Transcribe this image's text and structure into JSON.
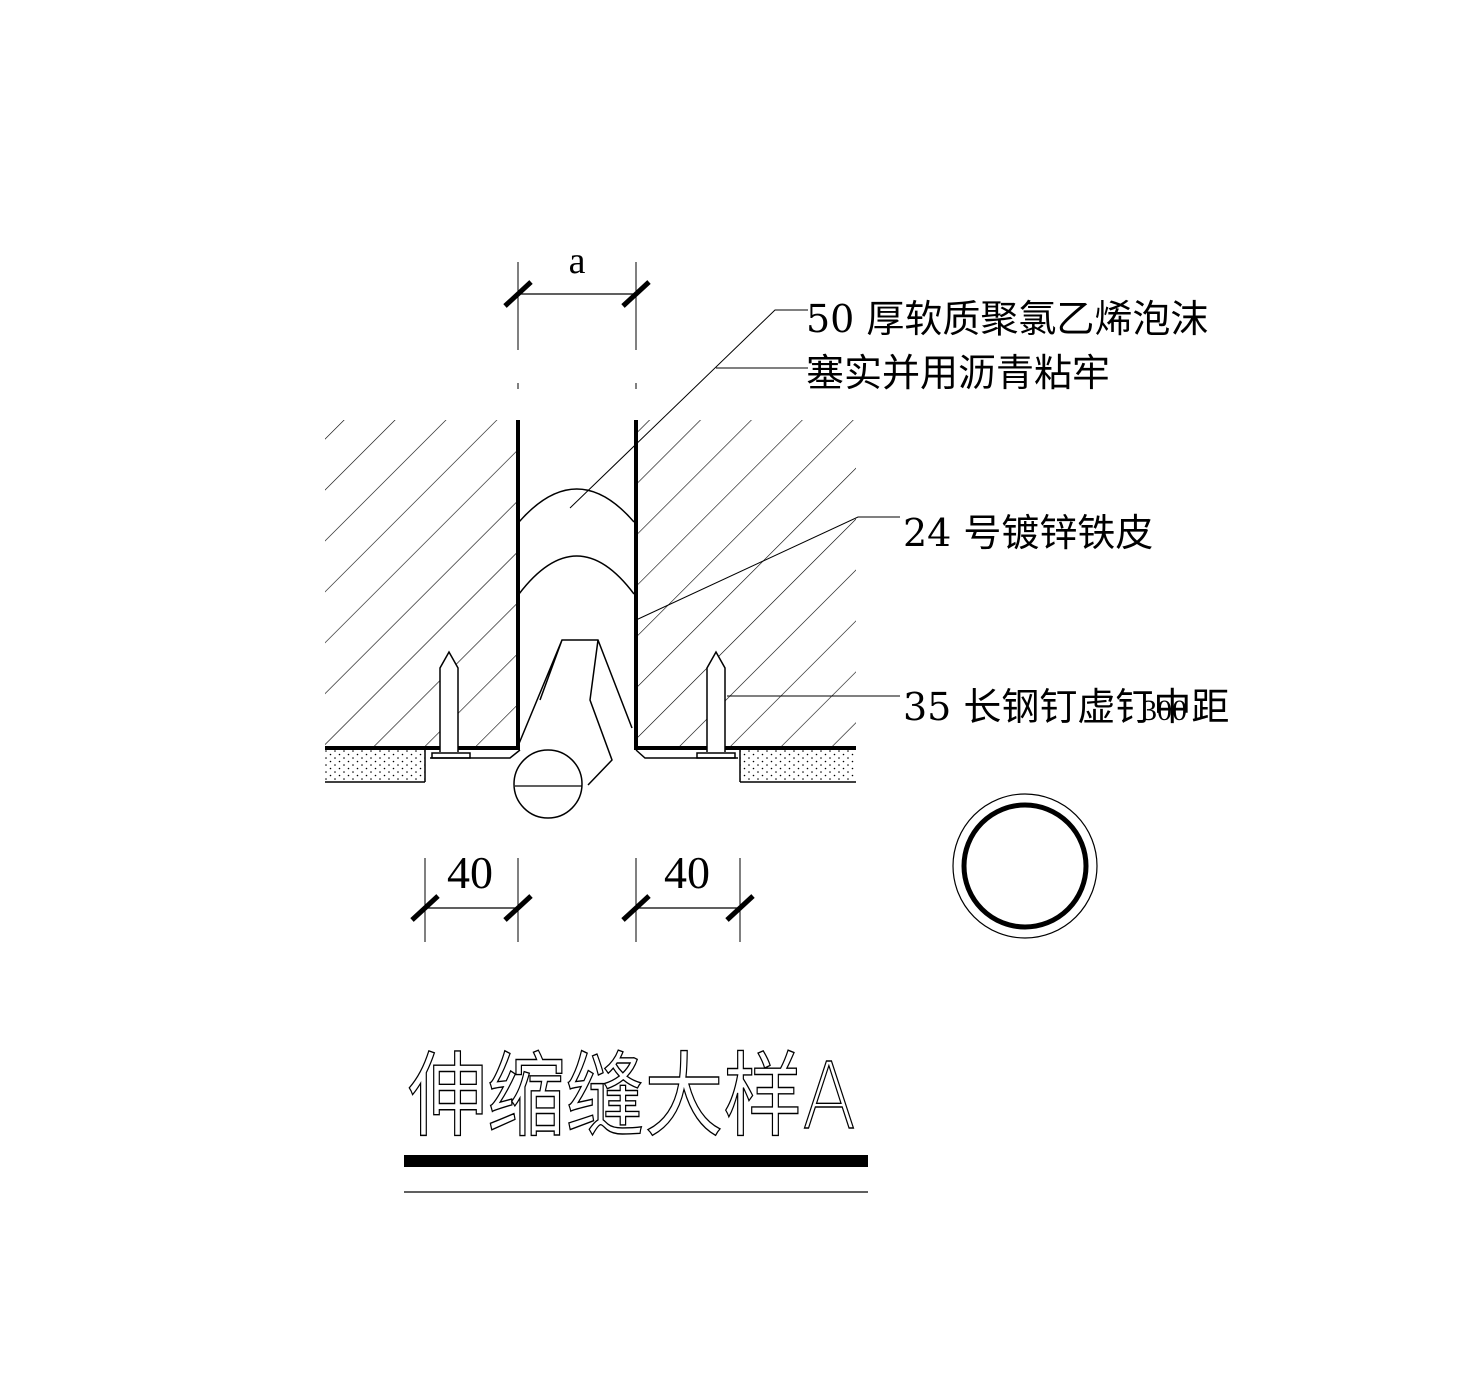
{
  "dimensions": {
    "gap": "a",
    "left_width": "40",
    "right_width": "40"
  },
  "labels": {
    "foam_line1": "50 厚软质聚氯乙烯泡沫",
    "foam_line2": "塞实并用沥青粘牢",
    "sheet": "24 号镀锌铁皮",
    "nail": "35 长钢钉虚钉中距",
    "nail_spacing": "300"
  },
  "title": "伸缩缝大样A",
  "colors": {
    "ink": "#000000",
    "paper": "#ffffff"
  }
}
